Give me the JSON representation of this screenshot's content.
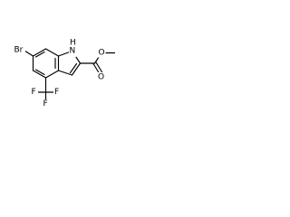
{
  "molecule": {
    "atoms": {
      "bromine": "Br",
      "nitrogen_h": "H",
      "nitrogen": "N",
      "carbonyl_oxygen": "O",
      "ester_oxygen": "O",
      "fluorine_1": "F",
      "fluorine_2": "F",
      "fluorine_3": "F"
    }
  }
}
